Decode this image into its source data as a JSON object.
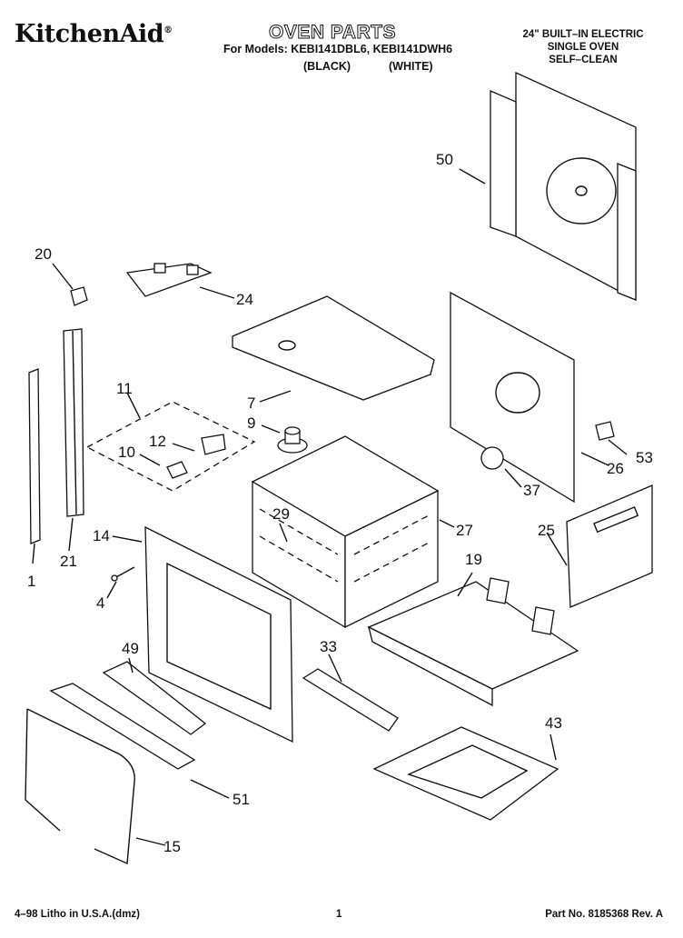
{
  "header": {
    "brand": "KitchenAid",
    "brand_mark": "®",
    "title": "OVEN PARTS",
    "models_line": "For Models: KEBI141DBL6, KEBI141DWH6",
    "variant_black": "(BLACK)",
    "variant_white": "(WHITE)",
    "spec_lines": [
      "24\" BUILT–IN ELECTRIC",
      "SINGLE OVEN",
      "SELF–CLEAN"
    ]
  },
  "callouts": [
    "1",
    "4",
    "7",
    "9",
    "10",
    "11",
    "12",
    "14",
    "15",
    "19",
    "20",
    "21",
    "24",
    "25",
    "26",
    "27",
    "29",
    "33",
    "37",
    "43",
    "49",
    "50",
    "51",
    "53"
  ],
  "footer": {
    "litho": "4–98 Litho in U.S.A.(dmz)",
    "page": "1",
    "part_no": "Part No. 8185368 Rev. A"
  },
  "colors": {
    "ink": "#111111",
    "paper": "#ffffff"
  }
}
